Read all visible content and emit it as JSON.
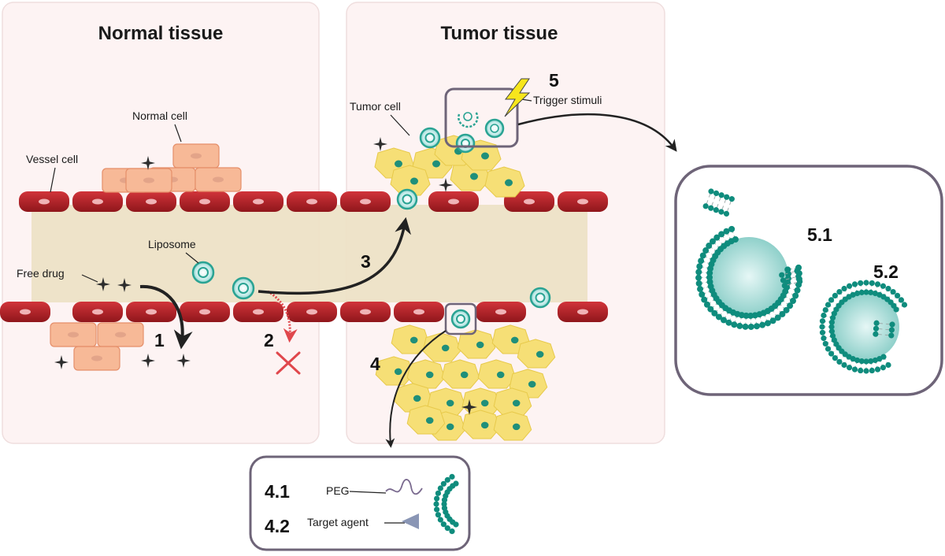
{
  "titles": {
    "normal": "Normal tissue",
    "tumor": "Tumor tissue"
  },
  "labels": {
    "normal_cell": "Normal cell",
    "vessel_cell": "Vessel cell",
    "liposome": "Liposome",
    "free_drug": "Free drug",
    "tumor_cell": "Tumor cell",
    "trigger_stimuli": "Trigger stimuli",
    "peg": "PEG",
    "target_agent": "Target agent"
  },
  "steps": {
    "s1": "1",
    "s2": "2",
    "s3": "3",
    "s4": "4",
    "s5": "5",
    "s41": "4.1",
    "s42": "4.2",
    "s51": "5.1",
    "s52": "5.2"
  },
  "colors": {
    "tissue_panel": "#fdf3f3",
    "vessel_lumen": "#ede2c6",
    "vessel_cell": "#c0272d",
    "normal_cell": "#f7b997",
    "tumor_cell": "#f6df76",
    "liposome": "#2aa393",
    "lipid_head": "#0f8c7d",
    "drug": "#2d2d2d",
    "arrow": "#222222",
    "blocked": "#e0474c",
    "lightning": "#f7e61c",
    "callout_border": "#6e6478"
  }
}
